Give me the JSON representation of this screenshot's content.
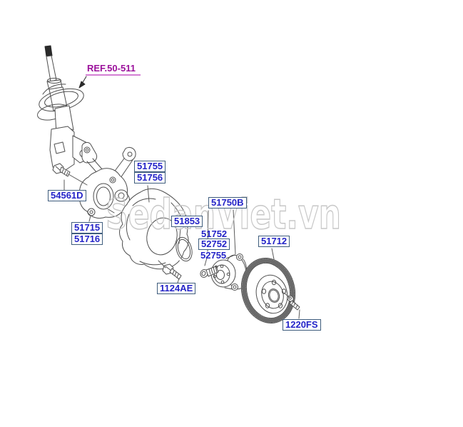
{
  "watermark": "SedanViet.vn",
  "colors": {
    "part_label_text": "#2424c8",
    "label_box_border": "#3f5d7d",
    "ref_label_text": "#9b109b",
    "ref_underline": "#d37fd3",
    "line_art": "#4f4f4f",
    "watermark_outline": "#c7c7c7",
    "background": "#ffffff"
  },
  "labels": {
    "ref": {
      "text": "REF.50-511"
    },
    "strut_bracket_bolt": {
      "text": "54561D"
    },
    "knuckle_a": {
      "text": "51715"
    },
    "knuckle_b": {
      "text": "51716"
    },
    "shield_a": {
      "text": "51755"
    },
    "shield_b": {
      "text": "51756"
    },
    "hub_assembly": {
      "text": "51750B"
    },
    "snap_ring": {
      "text": "51853"
    },
    "stud_a": {
      "text": "51752"
    },
    "stud_b": {
      "text": "52752"
    },
    "stud_c": {
      "text": "52755"
    },
    "brake_disc": {
      "text": "51712"
    },
    "shield_bolt": {
      "text": "1124AE"
    },
    "disc_screw": {
      "text": "1220FS"
    }
  }
}
